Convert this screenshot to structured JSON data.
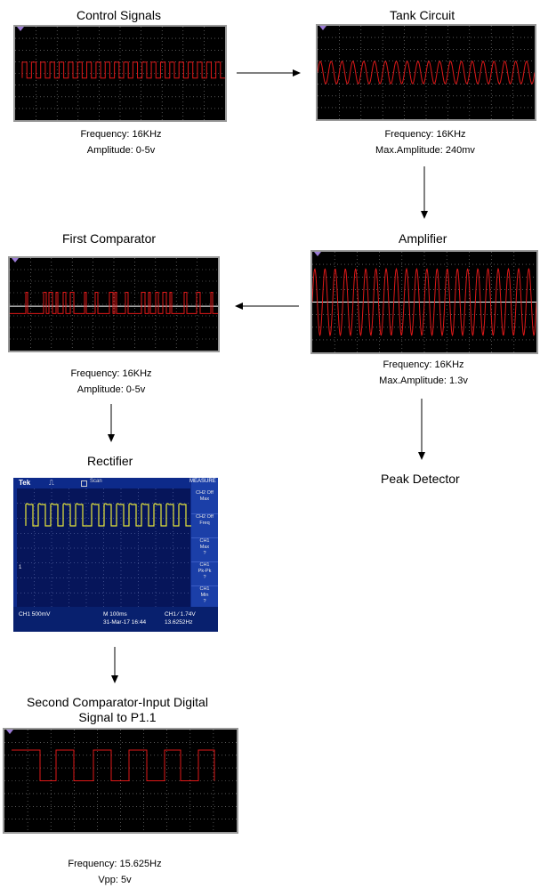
{
  "stages": {
    "control": {
      "title": "Control Signals",
      "freq": "Frequency: 16KHz",
      "amp": "Amplitude: 0-5v"
    },
    "tank": {
      "title": "Tank Circuit",
      "freq": "Frequency: 16KHz",
      "amp": "Max.Amplitude: 240mv"
    },
    "first_comp": {
      "title": "First Comparator",
      "freq": "Frequency: 16KHz",
      "amp": "Amplitude: 0-5v"
    },
    "amplifier": {
      "title": "Amplifier",
      "freq": "Frequency: 16KHz",
      "amp": "Max.Amplitude: 1.3v"
    },
    "rectifier": {
      "title": "Rectifier"
    },
    "peak": {
      "title": "Peak Detector"
    },
    "second_comp": {
      "title_line1": "Second Comparator-Input Digital",
      "title_line2": "Signal to P1.1",
      "freq": "Frequency: 15.625Hz",
      "vpp": "Vpp: 5v"
    }
  },
  "tek_scope": {
    "brand": "Tek",
    "mode": "Scan",
    "menu_header": "MEASURE",
    "measurements": [
      {
        "line1": "CH2 Off",
        "line2": "Max"
      },
      {
        "line1": "CH2 Off",
        "line2": "Freq"
      },
      {
        "line1": "CH1",
        "line2": "Max",
        "line3": "?"
      },
      {
        "line1": "CH1",
        "line2": "Pk-Pk",
        "line3": "?"
      },
      {
        "line1": "CH1",
        "line2": "Min",
        "line3": "?"
      }
    ],
    "ch_marker": "1",
    "ch1_scale": "CH1  500mV",
    "timebase": "M 100ms",
    "date": "31-Mar-17 16:44",
    "trigger": "CH1 ∕ 1.74V",
    "freq_readout": "13.6252Hz"
  },
  "colors": {
    "trace_red": "#e01818",
    "trace_yellow": "#e8e83a",
    "grid": "#8a8a8a",
    "tek_blue": "#1b3fa8"
  }
}
